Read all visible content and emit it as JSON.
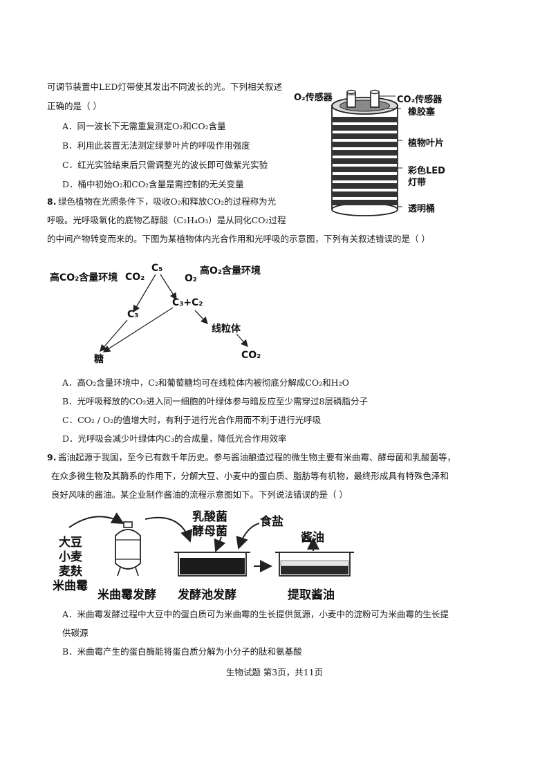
{
  "q7": {
    "intro_1": "可调节装置中LED灯带使其发出不同波长的光。下列相关叙述",
    "intro_2": "正确的是（    ）",
    "options": [
      "A．同一波长下无需重复测定O₂和CO₂含量",
      "B．利用此装置无法测定绿萝叶片的呼吸作用强度",
      "C．红光实验结束后只需调整光的波长即可做紫光实验",
      "D．桶中初始O₂和CO₂含量是需控制的无关变量"
    ],
    "figure": {
      "o2_sensor": "O₂传感器",
      "co2_sensor": "CO₂传感器",
      "stopper": "橡胶塞",
      "leaves": "植物叶片",
      "led_1": "彩色LED",
      "led_2": "灯带",
      "bucket": "透明桶"
    }
  },
  "q8": {
    "num": "8.",
    "stem_1": "绿色植物在光照条件下，吸收O₂和释放CO₂的过程称为光",
    "stem_2": "呼吸。光呼吸氧化的底物乙醇酸（C₂H₄O₃）是从同化CO₂过程",
    "stem_3": "的中间产物转变而来的。下图为某植物体内光合作用和光呼吸的示意图，下列有关叙述错误的是（    ）",
    "diagram": {
      "high_co2_env": "高CO₂含量环境",
      "high_o2_env": "高O₂含量环境",
      "c5": "C₅",
      "co2_in": "CO₂",
      "o2_in": "O₂",
      "c3": "C₃",
      "c3_c2": "C₃+C₂",
      "mito": "线粒体",
      "sugar": "糖",
      "co2_out": "CO₂"
    },
    "options": [
      "A．高O₂含量环境中，C₂和葡萄糖均可在线粒体内被彻底分解成CO₂和H₂O",
      "B．光呼吸释放的CO₂进入同一细胞的叶绿体参与暗反应至少需穿过8层磷脂分子",
      "C．CO₂ / O₂的值增大时，有利于进行光合作用而不利于进行光呼吸",
      "D．光呼吸会减少叶绿体内C₃的合成量，降低光合作用效率"
    ]
  },
  "q9": {
    "num": "9.",
    "stem_1": "酱油起源于我国，至今已有数千年历史。参与酱油酿造过程的微生物主要有米曲霉、酵母菌和乳酸菌等，",
    "stem_2": "在众多微生物及其酶系的作用下，分解大豆、小麦中的蛋白质、脂肪等有机物，最终形成具有特殊色泽和",
    "stem_3": "良好风味的酱油。某企业制作酱油的流程示意图如下。下列说法错误的是（    ）",
    "diagram": {
      "raw_1": "大豆",
      "raw_2": "小麦",
      "raw_3": "麦麸",
      "raw_4": "米曲霉",
      "stage1": "米曲霉发酵",
      "microbe_1": "乳酸菌",
      "microbe_2": "酵母菌",
      "salt": "食盐",
      "stage2": "发酵池发酵",
      "soy_sauce": "酱油",
      "stage3": "提取酱油"
    },
    "option_a_1": "A．米曲霉发酵过程中大豆中的蛋白质可为米曲霉的生长提供氮源，小麦中的淀粉可为米曲霉的生长提",
    "option_a_2": "供碳源",
    "option_b": "B．米曲霉产生的蛋白酶能将蛋白质分解为小分子的肽和氨基酸"
  },
  "footer": "生物试题    第3页，共11页"
}
